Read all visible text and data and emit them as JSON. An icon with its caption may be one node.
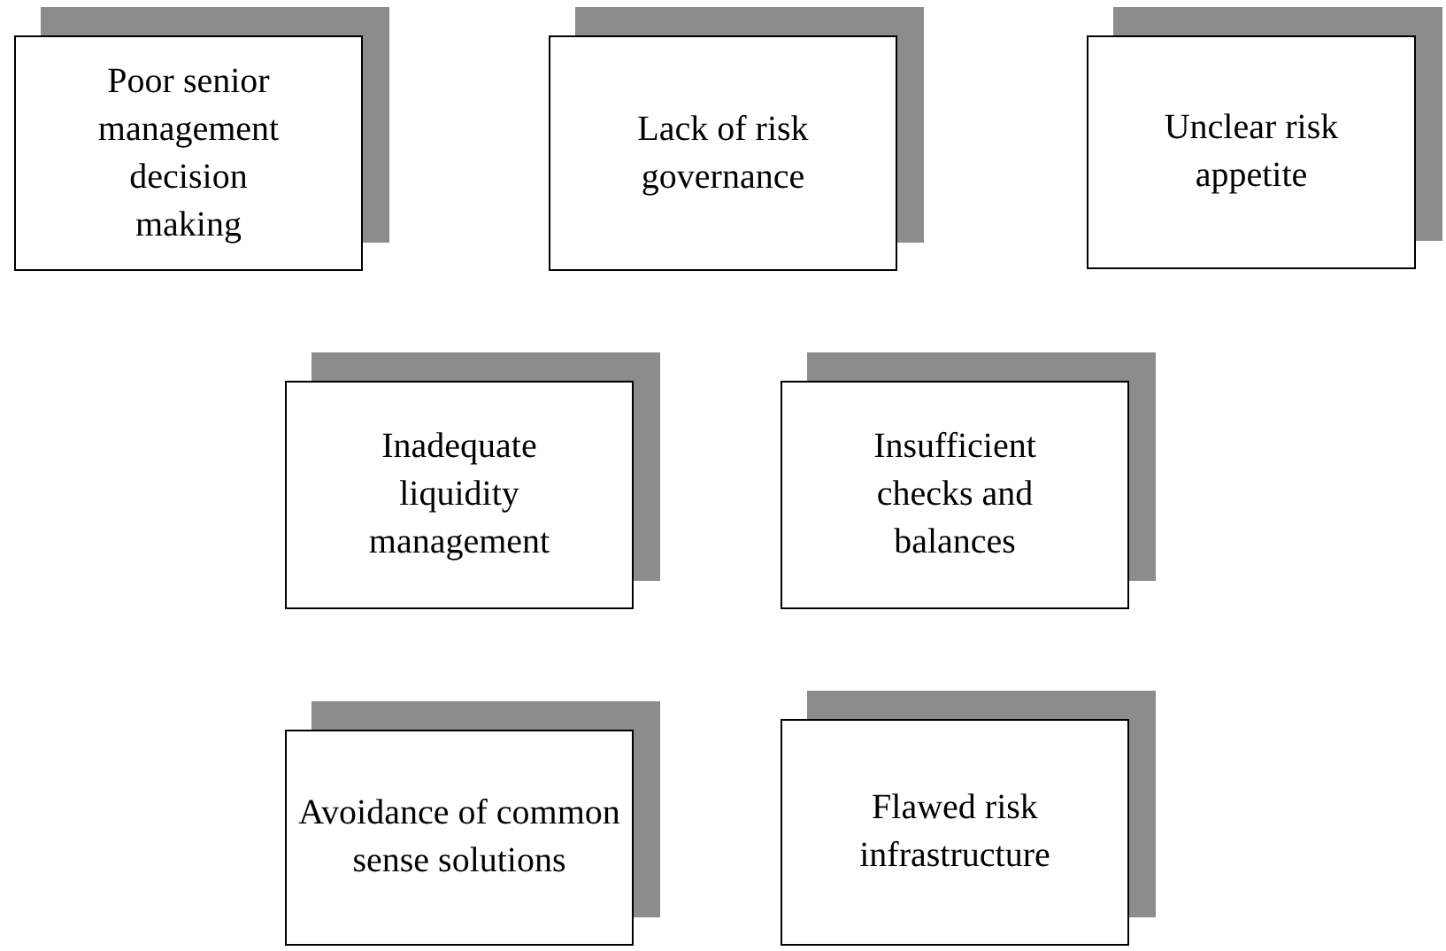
{
  "diagram": {
    "nodes": [
      {
        "text": [
          "Poor senior management decision making"
        ]
      },
      {
        "text": [
          "Lack of risk governance"
        ]
      },
      {
        "text": [
          "Unclear risk appetite"
        ]
      },
      {
        "text": [
          "Inadequate liquidity management"
        ]
      },
      {
        "text": [
          "Insufficient checks and balances"
        ]
      },
      {
        "text": [
          "Avoidance of common sense solutions"
        ]
      },
      {
        "text": [
          "Flawed risk infrastructure"
        ]
      }
    ]
  }
}
